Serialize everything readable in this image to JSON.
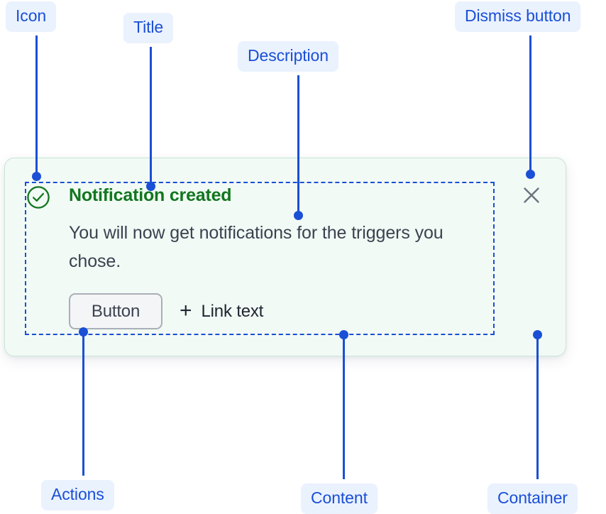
{
  "notification": {
    "status_icon": "check-circle-icon",
    "title": "Notification created",
    "description": "You will now get notifications for the triggers you chose.",
    "button_label": "Button",
    "link_icon": "plus-icon",
    "link_label": "Link text",
    "dismiss_icon": "close-icon",
    "colors": {
      "container_background": "#f2faf5",
      "container_border": "#c8e6d5",
      "title_text": "#12761f",
      "icon": "#12761f",
      "description_text": "#3b4250",
      "button_background": "#f4f5f6",
      "button_border": "#a9afb8",
      "dismiss_icon": "#6b7280"
    }
  },
  "annotations": {
    "accent_color": "#1a4fd6",
    "pill_background": "#eaf2fe",
    "items": [
      {
        "label": "Icon"
      },
      {
        "label": "Title"
      },
      {
        "label": "Description"
      },
      {
        "label": "Dismiss button"
      },
      {
        "label": "Actions"
      },
      {
        "label": "Content"
      },
      {
        "label": "Container"
      }
    ]
  }
}
